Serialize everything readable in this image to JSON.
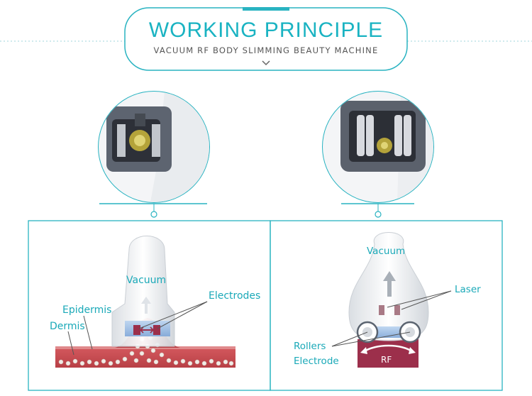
{
  "header": {
    "title": "WORKING PRINCIPLE",
    "subtitle": "VACUUM RF BODY SLIMMING BEAUTY MACHINE"
  },
  "left_panel": {
    "labels": {
      "vacuum": "Vacuum",
      "electrodes": "Electrodes",
      "epidermis": "Epidermis",
      "dermis": "Dermis"
    }
  },
  "right_panel": {
    "labels": {
      "vacuum": "Vacuum",
      "laser": "Laser",
      "rollers": "Rollers",
      "electrode": "Electrode",
      "rf": "RF"
    }
  },
  "colors": {
    "accent": "#1aa9b8",
    "skin": "#c74a4f",
    "rf_block": "#9c2f4b"
  }
}
